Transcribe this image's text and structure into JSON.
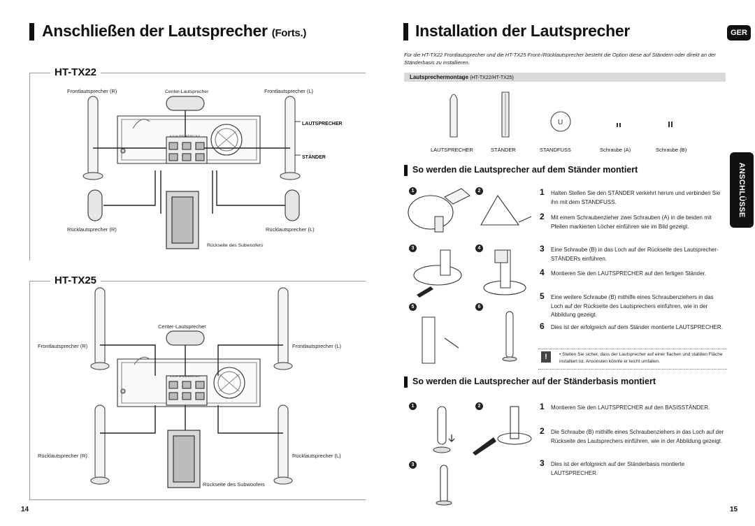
{
  "left_page": {
    "title": "Anschließen der Lautsprecher",
    "title_suffix": "(Forts.)",
    "page_number": "14",
    "ht_tx22": {
      "model": "HT-TX22",
      "front_r": "Frontlautsprecher (R)",
      "center": "Center-Lautsprecher",
      "front_l": "Frontlautsprecher (L)",
      "callout_speaker": "LAUTSPRECHER",
      "callout_stand": "STÄNDER",
      "rear_r": "Rücklautsprecher (R)",
      "rear_l": "Rücklautsprecher (L)",
      "subwoofer_rear": "Rückseite des Subwoofers",
      "panel_label": "0.1CH SPEAKERS OUT"
    },
    "ht_tx25": {
      "model": "HT-TX25",
      "center": "Center-Lautsprecher",
      "front_r": "Frontlautsprecher (R)",
      "front_l": "Frontlautsprecher (L)",
      "rear_r": "Rücklautsprecher (R)",
      "rear_l": "Rücklautsprecher (L)",
      "subwoofer_rear": "Rückseite des Subwoofers",
      "panel_label": "5.1CH SPEAKERS OUT"
    }
  },
  "right_page": {
    "title": "Installation der Lautsprecher",
    "lang_badge": "GER",
    "side_tab": "ANSCHLÜSSE",
    "page_number": "15",
    "intro": "Für die HT-TX22 Frontlautsprecher und die HT-TX25 Front-/Rücklautsprecher besteht die Option diese auf Ständern oder direkt an der Ständerbasis zu installieren.",
    "mount_header_bold": "Lautsprechermontage",
    "mount_header_rest": "(HT-TX22/HT-TX25)",
    "parts": [
      "LAUTSPRECHER",
      "STÄNDER",
      "STANDFUSS",
      "Schraube (A)",
      "Schraube (B)"
    ],
    "section1": {
      "title": "So werden die Lautsprecher auf dem Ständer montiert",
      "steps": [
        {
          "n": "1",
          "text": "Halten Stellen Sie den STÄNDER verkehrt herum und verbinden Sie ihn mit dem STANDFUSS."
        },
        {
          "n": "2",
          "text": "Mit einem Schraubenzieher zwei Schrauben (A) in die beiden mit Pfeilen markierten Löcher einführen wie im Bild gezeigt."
        },
        {
          "n": "3",
          "text": "Eine Schraube (B) in das Loch auf der Rückseite des Lautsprecher-STÄNDERs einführen."
        },
        {
          "n": "4",
          "text": "Montieren Sie den LAUTSPRECHER auf den fertigen Ständer."
        },
        {
          "n": "5",
          "text": "Eine weitere Schraube (B) mithilfe eines Schraubenziehers in das Loch auf der Rückseite des Lautsprechers einführen, wie in der Abbildung gezeigt."
        },
        {
          "n": "6",
          "text": "Dies ist der erfolgreich auf dem Ständer montierte LAUTSPRECHER."
        }
      ],
      "note": "• Stellen Sie sicher, dass der Lautsprecher auf einer flachen und stabilen Fläche installiert ist. Ansonsten könnte er leicht umfallen.",
      "figure_markers": [
        "1",
        "2",
        "3",
        "4",
        "5",
        "6"
      ]
    },
    "section2": {
      "title": "So werden die Lautsprecher auf der Ständerbasis montiert",
      "steps": [
        {
          "n": "1",
          "text": "Montieren Sie den LAUTSPRECHER auf den BASISSTÄNDER."
        },
        {
          "n": "2",
          "text": "Die Schraube (B) mithilfe eines Schraubenziehers in das Loch auf der Rückseite des Lautsprechers einführen, wie in der Abbildung gezeigt."
        },
        {
          "n": "3",
          "text": "Dies ist der erfolgreich auf der Ständerbasis montierte LAUTSPRECHER."
        }
      ],
      "figure_markers": [
        "1",
        "2",
        "3"
      ]
    }
  }
}
